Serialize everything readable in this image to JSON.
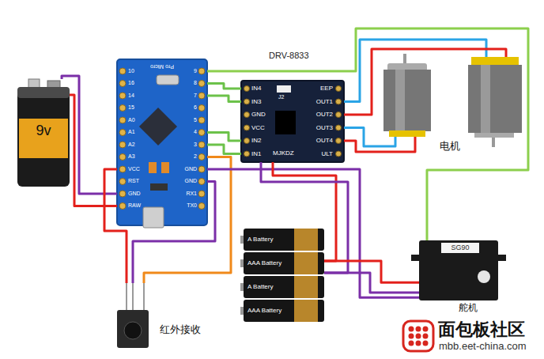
{
  "diagram": {
    "nodes": [
      {
        "text": [
          "Pro Micro"
        ]
      },
      {
        "text": [
          "DRV-8833",
          "MJKDZ"
        ]
      },
      {
        "text": [
          "9v"
        ]
      },
      {
        "text": [
          "A Battery",
          "AAA Battery",
          "A Battery",
          "AAA Battery"
        ]
      },
      {
        "text": [
          "SG90",
          "舵机"
        ]
      },
      {
        "text": [
          "红外接收"
        ]
      }
    ],
    "edges": [
      {
        "from": 2,
        "to": 0,
        "arrow": "none"
      },
      {
        "from": 2,
        "to": 0,
        "arrow": "none"
      },
      {
        "from": 0,
        "to": 1,
        "arrow": "none"
      },
      {
        "from": 0,
        "to": 1,
        "arrow": "none"
      },
      {
        "from": 0,
        "to": 1,
        "arrow": "none"
      },
      {
        "from": 0,
        "to": 1,
        "arrow": "none"
      },
      {
        "from": 0,
        "to": 4,
        "arrow": "none"
      },
      {
        "from": 0,
        "to": 5,
        "arrow": "none"
      },
      {
        "from": 0,
        "to": 5,
        "arrow": "none"
      },
      {
        "from": 0,
        "to": 5,
        "arrow": "none"
      },
      {
        "from": 0,
        "to": 4,
        "arrow": "none"
      },
      {
        "from": 3,
        "to": 1,
        "arrow": "none"
      },
      {
        "from": 3,
        "to": 1,
        "arrow": "none"
      },
      {
        "from": 3,
        "to": 4,
        "arrow": "none"
      },
      {
        "from": 3,
        "to": 4,
        "arrow": "none"
      }
    ],
    "labels": [
      "10",
      "16",
      "14",
      "15",
      "A0",
      "A1",
      "A2",
      "A3",
      "VCC",
      "RST",
      "GND",
      "RAW",
      "9",
      "8",
      "7",
      "6",
      "5",
      "4",
      "3",
      "2",
      "GND",
      "GND",
      "RX1",
      "TX0",
      "IN4",
      "IN3",
      "GND",
      "VCC",
      "IN2",
      "IN1",
      "EEP",
      "OUT1",
      "OUT2",
      "OUT3",
      "OUT4",
      "ULT",
      "J2",
      "电机",
      "面包板社区",
      "mbb.eet-china.com"
    ]
  }
}
